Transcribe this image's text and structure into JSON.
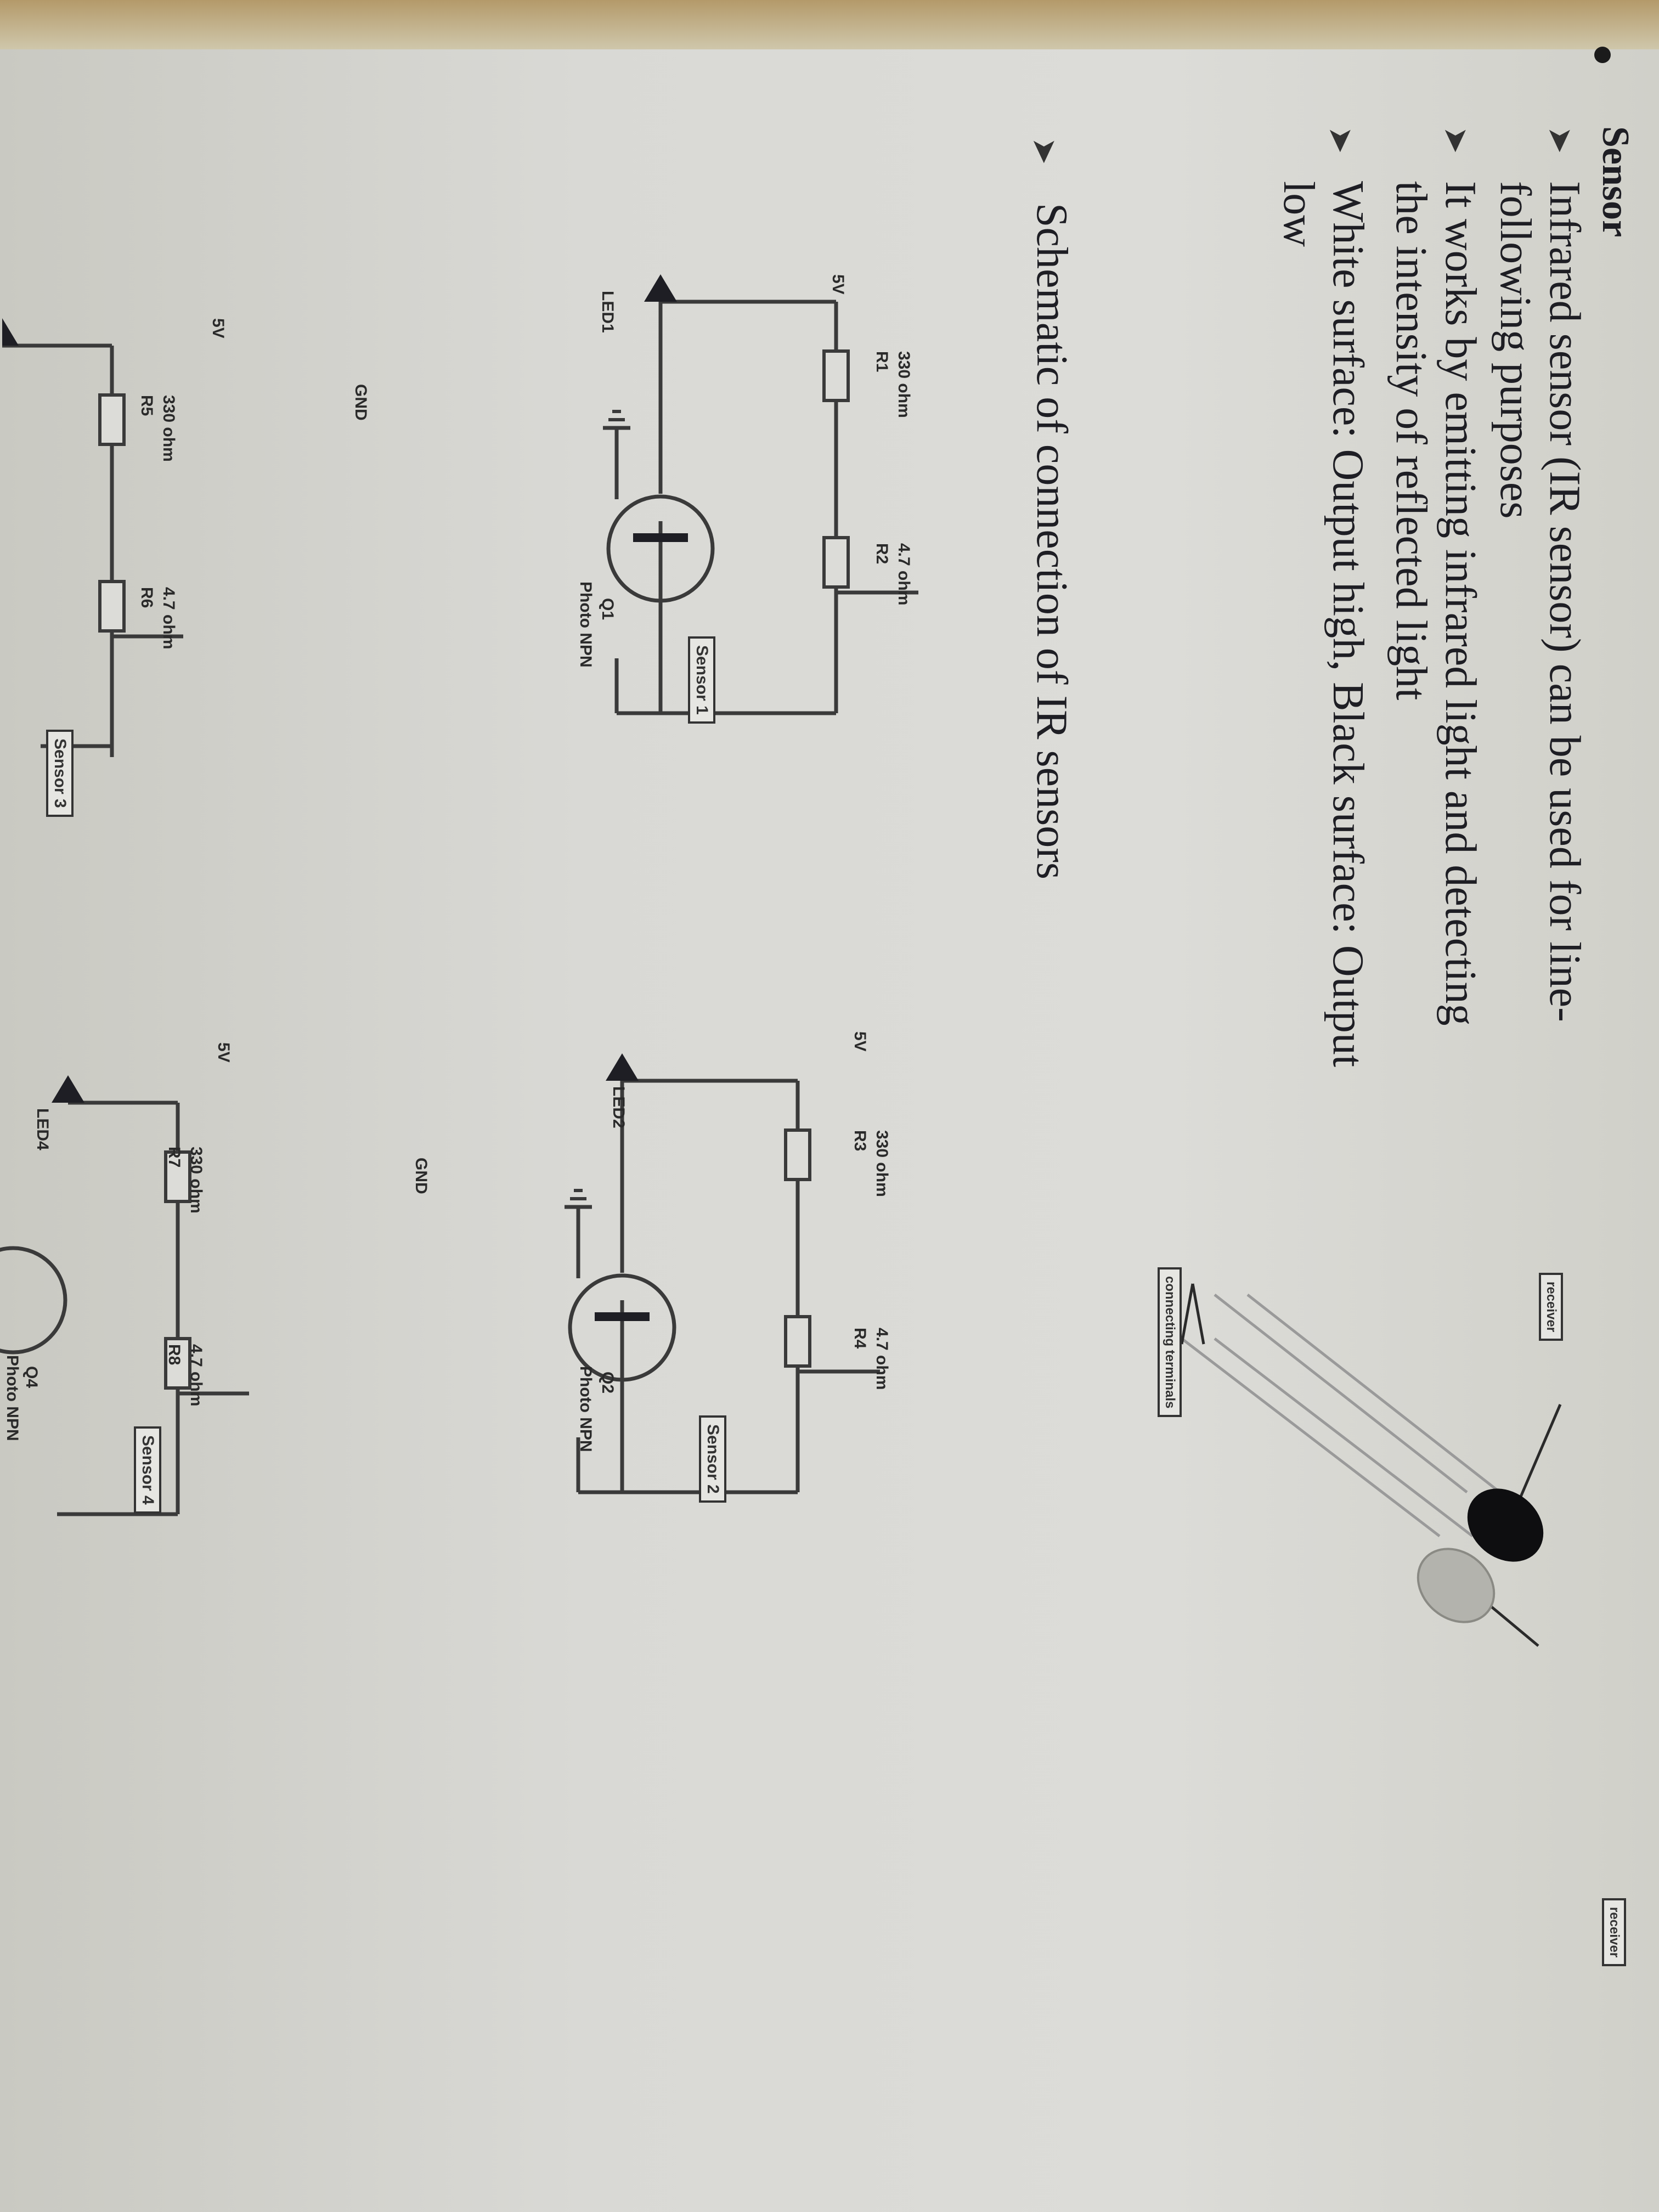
{
  "section_title": "Sensor",
  "bullets": [
    {
      "lines": [
        "Infrared sensor (IR sensor) can be used for line-",
        "following purposes"
      ]
    },
    {
      "lines": [
        "It works by emitting infrared light and detecting",
        "the intensity of reflected light"
      ]
    },
    {
      "lines": [
        "White surface: Output high, Black surface: Output",
        "low"
      ]
    }
  ],
  "schematic_heading": "Schematic of connection of IR sensors",
  "circuits": [
    {
      "supply": "5V",
      "r_led": "R1",
      "r_led_val": "330 ohm",
      "r_pull": "R2",
      "r_pull_val": "4.7 ohm",
      "led": "LED1",
      "q": "Q1",
      "q_type": "Photo NPN",
      "gnd": "GND",
      "out": "Sensor 1"
    },
    {
      "supply": "5V",
      "r_led": "R3",
      "r_led_val": "330 ohm",
      "r_pull": "R4",
      "r_pull_val": "4.7 ohm",
      "led": "LED2",
      "q": "Q2",
      "q_type": "Photo NPN",
      "gnd": "GND",
      "out": "Sensor 2"
    },
    {
      "supply": "5V",
      "r_led": "R5",
      "r_led_val": "330 ohm",
      "r_pull": "R6",
      "r_pull_val": "4.7 ohm",
      "out": "Sensor 3"
    },
    {
      "supply": "5V",
      "r_led": "R7",
      "r_led_val": "330 ohm",
      "r_pull": "R8",
      "r_pull_val": "4.7 ohm",
      "led": "LED4",
      "q": "Q4",
      "q_type": "Photo NPN",
      "out": "Sensor 4"
    }
  ],
  "component_labels": {
    "connecting": "connecting terminals",
    "receiver_a": "receiver",
    "receiver_b": "receiver"
  },
  "colors": {
    "paper": "#dcdcd8",
    "ink": "#1e1e24",
    "wire": "#3a3a3a"
  }
}
